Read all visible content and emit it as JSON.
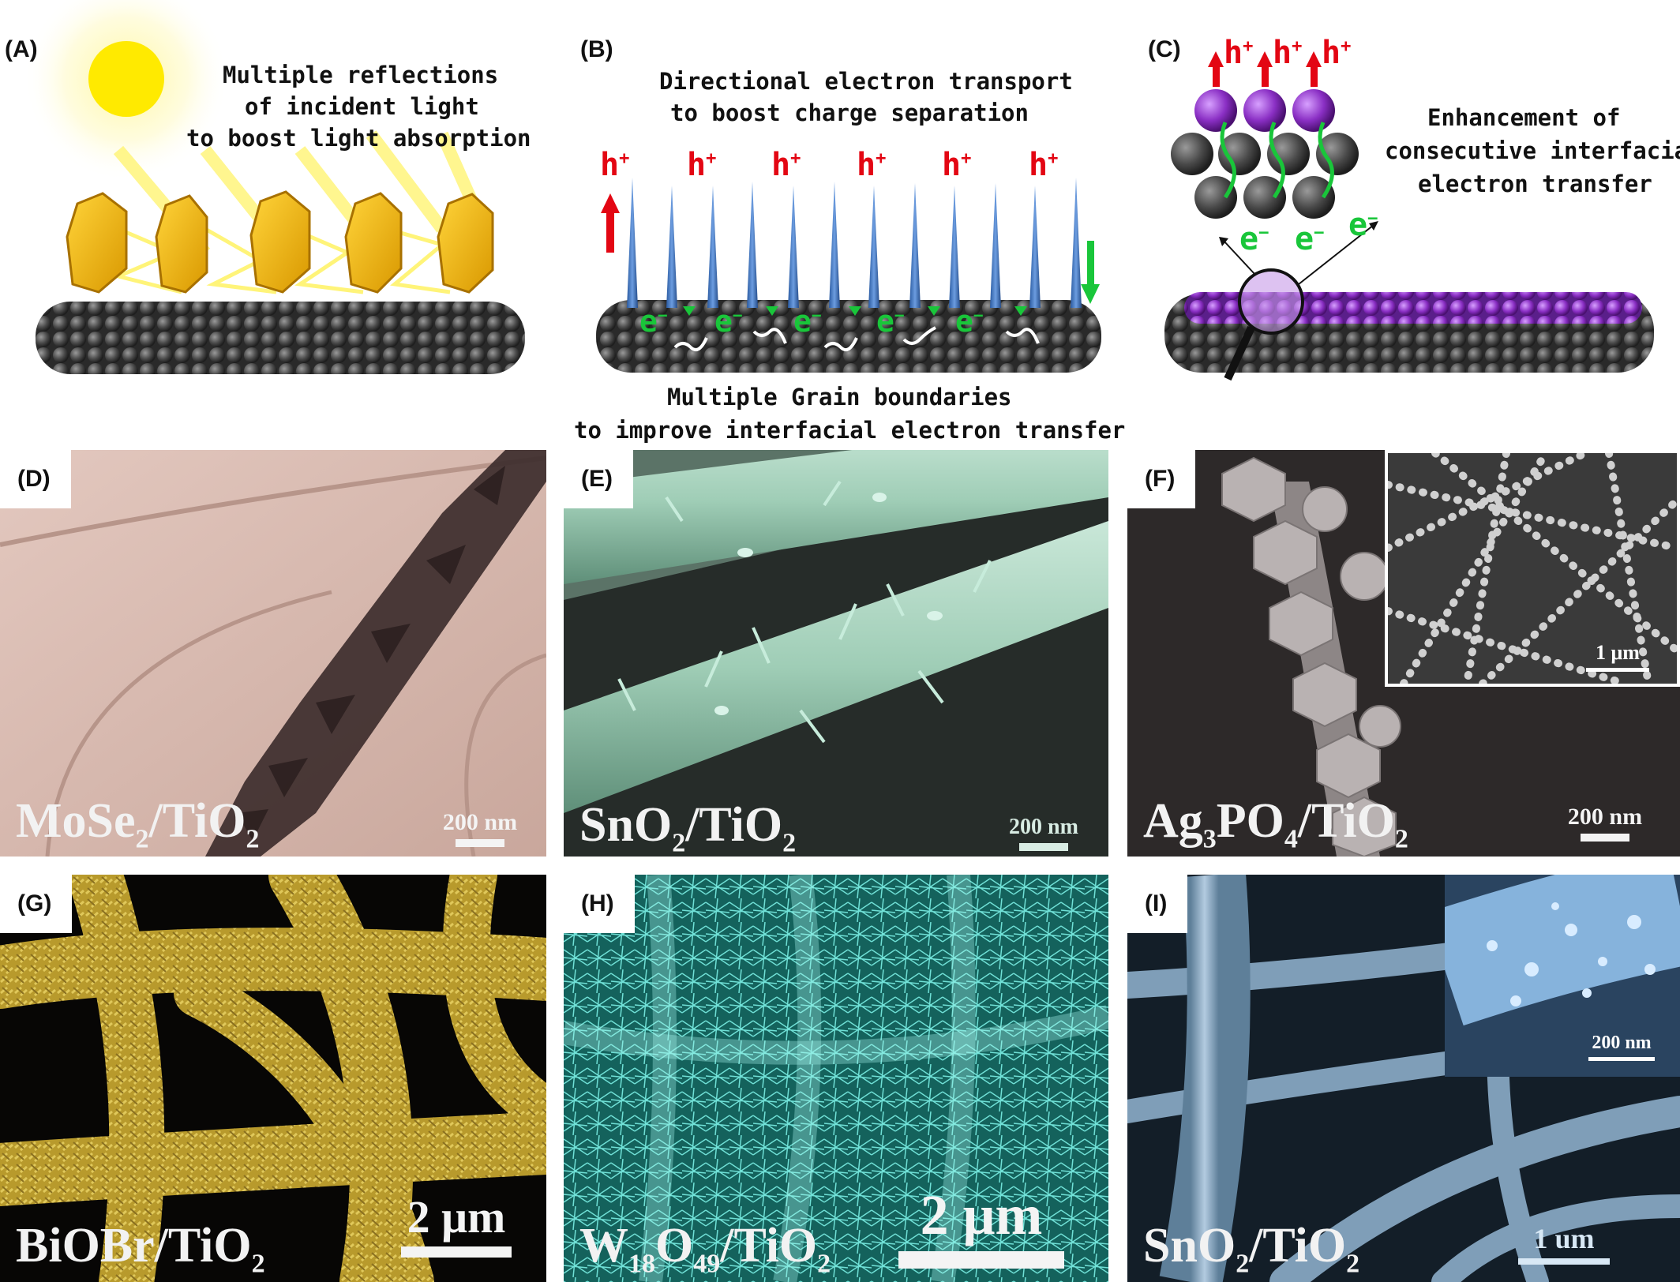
{
  "panels": {
    "A": {
      "label": "(A)",
      "text": [
        "Multiple reflections",
        "of incident light",
        "to boost light absorption"
      ]
    },
    "B": {
      "label": "(B)",
      "top_text": [
        "Directional electron transport",
        "to boost charge separation"
      ],
      "bottom_text": [
        "Multiple Grain boundaries",
        "to improve interfacial electron transfer"
      ],
      "hole": "h",
      "electron": "e"
    },
    "C": {
      "label": "(C)",
      "text": [
        "Enhancement of",
        "consecutive interfacial",
        "electron transfer"
      ],
      "hole": "h",
      "electron": "e"
    },
    "D": {
      "label": "(D)",
      "caption_main": "MoSe",
      "caption_sub1": "2",
      "caption_mid": "/TiO",
      "caption_sub2": "2",
      "scale": "200 nm"
    },
    "E": {
      "label": "(E)",
      "caption_main": "SnO",
      "caption_sub1": "2",
      "caption_mid": "/TiO",
      "caption_sub2": "2",
      "scale": "200 nm"
    },
    "F": {
      "label": "(F)",
      "caption_a": "Ag",
      "caption_sub1": "3",
      "caption_b": "PO",
      "caption_sub2": "4",
      "caption_c": "/TiO",
      "caption_sub3": "2",
      "scale": "200 nm",
      "inset_scale": "1 μm"
    },
    "G": {
      "label": "(G)",
      "caption_main": "BiOBr/TiO",
      "caption_sub": "2",
      "scale": "2 μm"
    },
    "H": {
      "label": "(H)",
      "caption_a": "W",
      "caption_sub1": "18",
      "caption_b": "O",
      "caption_sub2": "49",
      "caption_c": "/TiO",
      "caption_sub3": "2",
      "scale": "2 μm"
    },
    "I": {
      "label": "(I)",
      "caption_main": "SnO",
      "caption_sub1": "2",
      "caption_mid": "/TiO",
      "caption_sub2": "2",
      "scale": "1 um",
      "inset_scale": "200 nm"
    }
  },
  "colors": {
    "hole": "#e30613",
    "electron": "#19c63a",
    "crystal": "#f0b400",
    "rod": "#3c6fb4",
    "substrate": "#555555",
    "dopant": "#8a2fc4"
  }
}
